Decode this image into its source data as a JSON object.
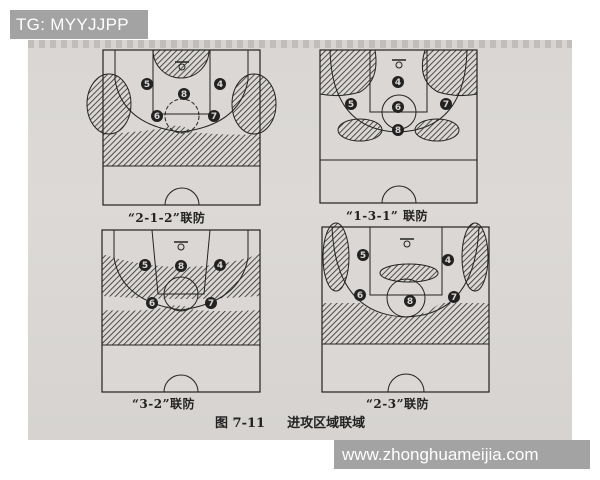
{
  "watermarks": {
    "top": "TG: MYYJJPP",
    "bottom": "www.zhonghuameijia.com"
  },
  "figure": {
    "number": "图 7-11",
    "title": "进攻区域联域"
  },
  "diagrams": [
    {
      "caption": "“2-1-2”联防",
      "formation": "2-1-2",
      "players": [
        "4",
        "5",
        "6",
        "7",
        "8"
      ]
    },
    {
      "caption": "“1-3-1” 联防",
      "formation": "1-3-1",
      "players": [
        "4",
        "5",
        "6",
        "7",
        "8"
      ]
    },
    {
      "caption": "“3-2”联防",
      "formation": "3-2",
      "players": [
        "4",
        "5",
        "6",
        "7",
        "8"
      ]
    },
    {
      "caption": "“2-3”联防",
      "formation": "2-3",
      "players": [
        "4",
        "5",
        "6",
        "7",
        "8"
      ]
    }
  ],
  "colors": {
    "paper": "#dad7d4",
    "ink": "#222222",
    "watermark_bg": "#a3a3a3",
    "watermark_text": "#ffffff"
  }
}
